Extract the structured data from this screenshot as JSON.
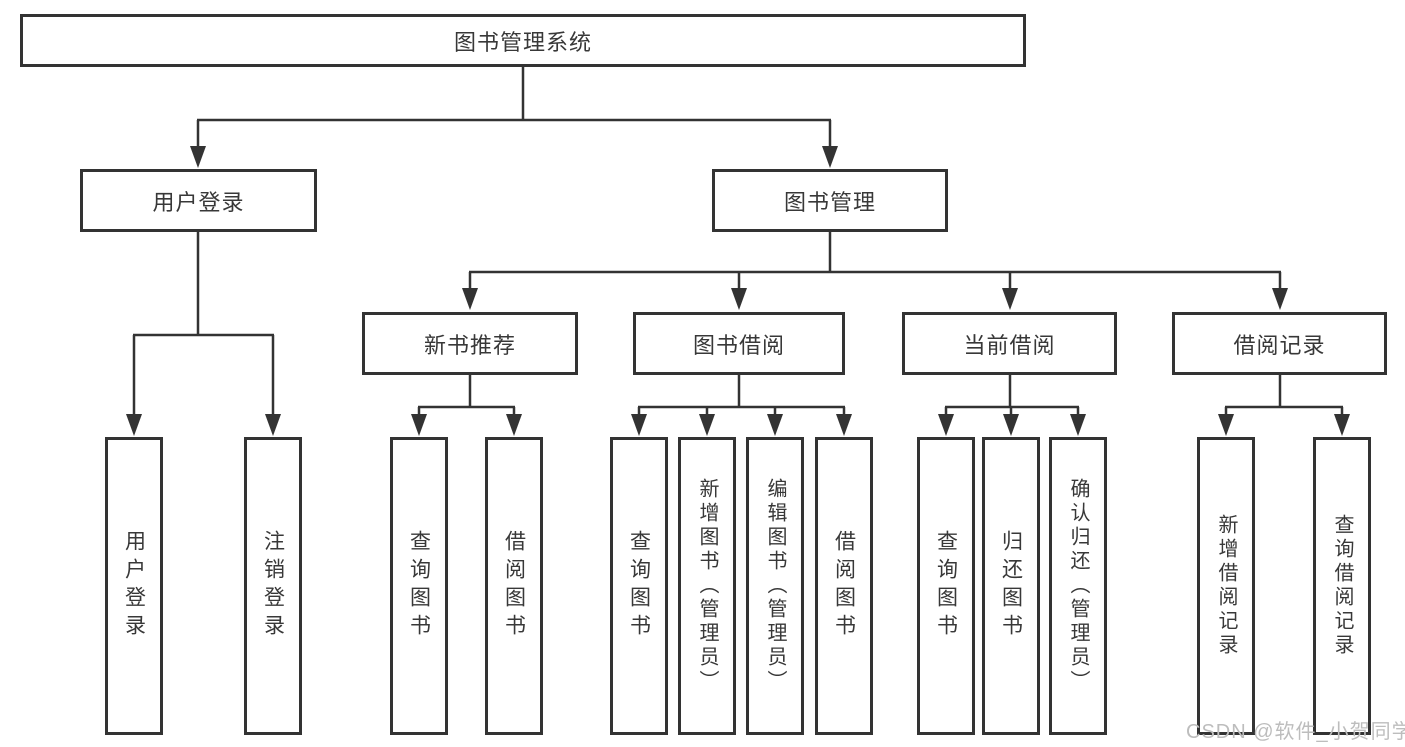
{
  "tree": {
    "root": {
      "label": "图书管理系统"
    },
    "children": [
      {
        "label": "用户登录",
        "children": [
          {
            "label": "用户登录"
          },
          {
            "label": "注销登录"
          }
        ]
      },
      {
        "label": "图书管理",
        "children": [
          {
            "label": "新书推荐",
            "children": [
              {
                "label": "查询图书"
              },
              {
                "label": "借阅图书"
              }
            ]
          },
          {
            "label": "图书借阅",
            "children": [
              {
                "label": "查询图书"
              },
              {
                "label": "新增图书（管理员）"
              },
              {
                "label": "编辑图书（管理员）"
              },
              {
                "label": "借阅图书"
              }
            ]
          },
          {
            "label": "当前借阅",
            "children": [
              {
                "label": "查询图书"
              },
              {
                "label": "归还图书"
              },
              {
                "label": "确认归还（管理员）"
              }
            ]
          },
          {
            "label": "借阅记录",
            "children": [
              {
                "label": "新增借阅记录"
              },
              {
                "label": "查询借阅记录"
              }
            ]
          }
        ]
      }
    ]
  },
  "watermark": {
    "text": "CSDN @软件_小贺同学",
    "color": "#bdbdbd"
  },
  "colors": {
    "border": "#333333",
    "line": "#333333",
    "text": "#383838",
    "background": "#ffffff"
  }
}
